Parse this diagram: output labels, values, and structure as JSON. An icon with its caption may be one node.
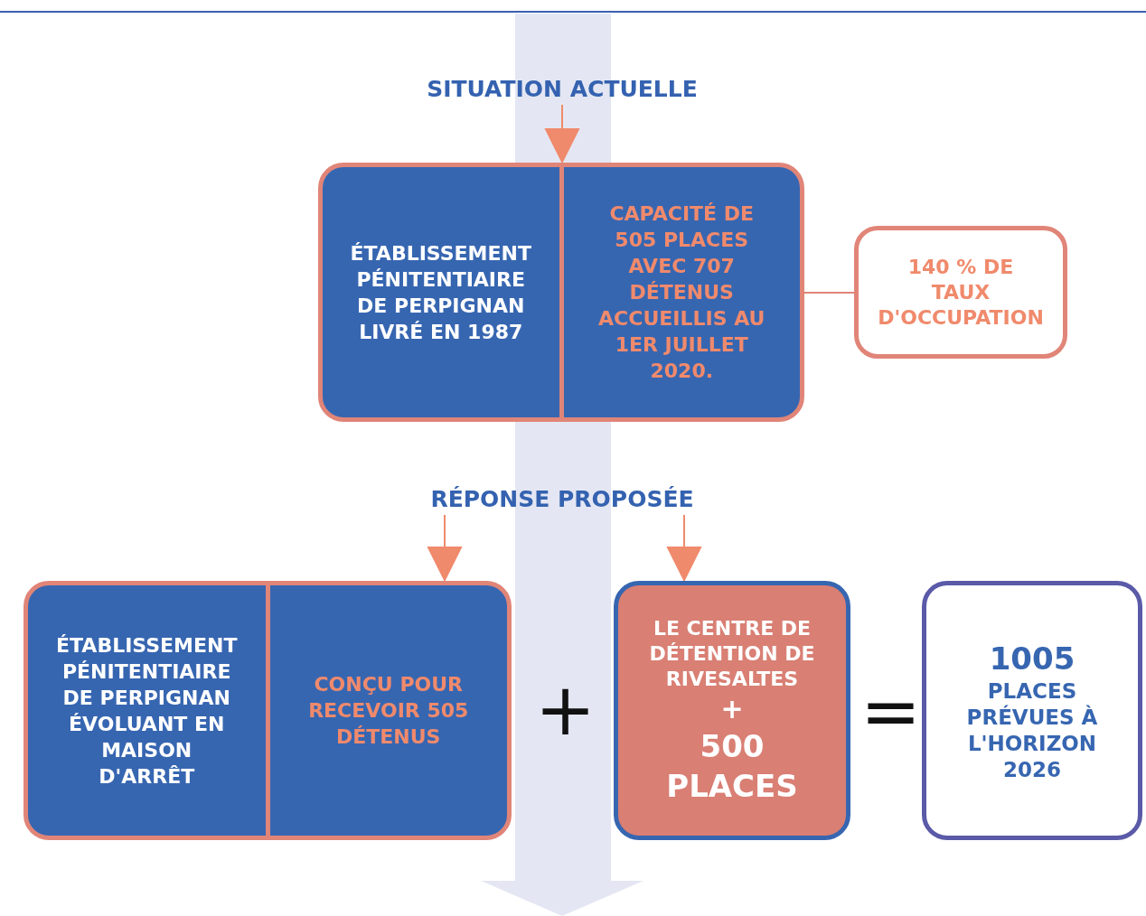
{
  "diagram": {
    "nodes": [
      {
        "text": [
          "SITUATION ACTUELLE"
        ]
      },
      {
        "text": [
          "ÉTABLISSEMENT PÉNITENTIAIRE DE PERPIGNAN LIVRÉ EN 1987",
          "CAPACITÉ DE 505 PLACES AVEC 707 DÉTENUS ACCUEILLIS AU 1ER JUILLET 2020."
        ]
      },
      {
        "text": [
          "140 % DE TAUX D'OCCUPATION"
        ]
      },
      {
        "text": [
          "RÉPONSE PROPOSÉE"
        ]
      },
      {
        "text": [
          "ÉTABLISSEMENT PÉNITENTIAIRE DE PERPIGNAN ÉVOLUANT EN MAISON D'ARRÊT",
          "CONÇU POUR RECEVOIR 505 DÉTENUS"
        ]
      },
      {
        "text": [
          "LE CENTRE DE DÉTENTION DE RIVESALTES",
          "+",
          "500 PLACES"
        ]
      },
      {
        "text": [
          "1005",
          "PLACES PRÉVUES À L'HORIZON 2026"
        ]
      }
    ],
    "edges": [
      {
        "from": 0,
        "to": 1,
        "arrow": "to"
      },
      {
        "from": 1,
        "to": 2,
        "arrow": "none"
      },
      {
        "from": 3,
        "to": 4,
        "arrow": "to"
      },
      {
        "from": 3,
        "to": 5,
        "arrow": "to"
      }
    ],
    "labels": [
      "+",
      "="
    ]
  }
}
